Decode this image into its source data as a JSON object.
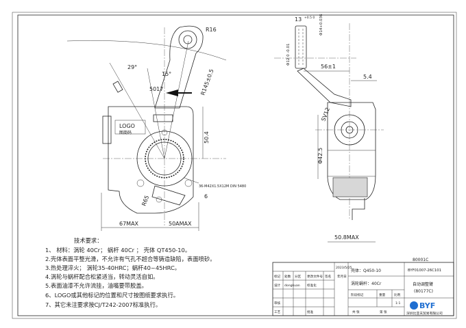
{
  "dimensions": {
    "r16": "R16",
    "ang29": "29°",
    "ang15": "15°",
    "r145": "R145±0.5",
    "d5017": "5017",
    "d50_4": "50.4",
    "r65": "R65",
    "ang6": "6",
    "spline": "36-M42X1.5X12M DIN 5480",
    "max67": "67MAX",
    "max50": "50AMAX",
    "d13": "13",
    "d13tol": "+0.5\n0",
    "phi14": "Φ14+0.036",
    "phi12": "Φ12 0\n-0.01",
    "d56": "56±1",
    "d5_4": "5.4",
    "phi42_5": "Φ42.5",
    "max50_8": "50.8MAX",
    "sv12": "SV12",
    "logo_plate": "LOGO",
    "plate_text": "图商码"
  },
  "drawing_code": "80001C",
  "tech_req": {
    "title": "技术要求：",
    "items": [
      "1、 材料：涡轮 40Cr；  蜗杆 40Cr ；  壳体 QT450-10。",
      "2.壳体表面平整光滑，不允许有气孔不超合等铸造缺陷，表面喷砂。",
      "3.热处理淬火；  涡轮35-40HRC；蜗杆40~45HRC。",
      "4.涡轮与蜗杆配合松紧适当，转动灵活自如。",
      "5.表面油漆不允许流挂，油嘴要带胶盖。",
      "6、LOGO或其他标记的位置和尺寸按图纸要求执行。",
      "7、其它未注要求按CJ/T242-2007标准执行。"
    ]
  },
  "title_block": {
    "material_1": "壳体：Q450-10",
    "material_2": "涡轮蜗杆：40Cr",
    "part_no": "BYF01007-26C101",
    "part_name": "自动调整臂",
    "part_code": "(80177C)",
    "scale": "1:1",
    "logo": "BYF",
    "company": "深圳比亚夫贸易有限公司",
    "cells": {
      "chk": "标记",
      "cnt": "处数",
      "zone": "分区",
      "doc": "更改文件号",
      "sign": "签名",
      "date": "年月日",
      "design": "设计",
      "design_name": "dongkuan",
      "design_date": "2023/5/25",
      "std": "标准化",
      "review": "审核",
      "process": "工艺",
      "approve": "批准",
      "stage": "阶段标记",
      "weight": "重量",
      "ratio": "比例",
      "sheets_total": "共   张",
      "sheet_no": "第   张",
      "date_small": "2023/5/25"
    }
  }
}
